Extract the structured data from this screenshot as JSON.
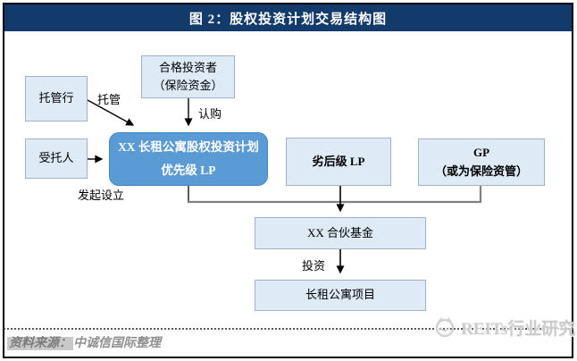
{
  "header": {
    "title": "图 2：股权投资计划交易结构图"
  },
  "diagram": {
    "nodes": {
      "custodian": {
        "label": "托管行"
      },
      "trustee": {
        "label": "受托人"
      },
      "qualified_investor": {
        "line1": "合格投资者",
        "line2": "（保险资金）"
      },
      "plan": {
        "line1": "XX 长租公寓股权投资计划",
        "line2": "优先级 LP"
      },
      "junior_lp": {
        "label": "劣后级 LP"
      },
      "gp": {
        "line1": "GP",
        "line2": "（或为保险资管）"
      },
      "partnership_fund": {
        "label": "XX 合伙基金"
      },
      "apartment_project": {
        "label": "长租公寓项目"
      }
    },
    "edge_labels": {
      "custody": "托管",
      "subscription": "认购",
      "initiation": "发起设立",
      "investment": "投资"
    }
  },
  "footer": {
    "source_label": "资料来源：",
    "source_value": "中诚信国际整理",
    "watermark_text": "REITs行业研究"
  },
  "colors": {
    "title_bg": "#123A6B",
    "plan_fill": "#5B9BD5",
    "node_fill": "#DEEAF6",
    "node_border": "#9EB4C8",
    "connector_gray": "#808080",
    "watermark_gray": "#CBCBCB"
  }
}
